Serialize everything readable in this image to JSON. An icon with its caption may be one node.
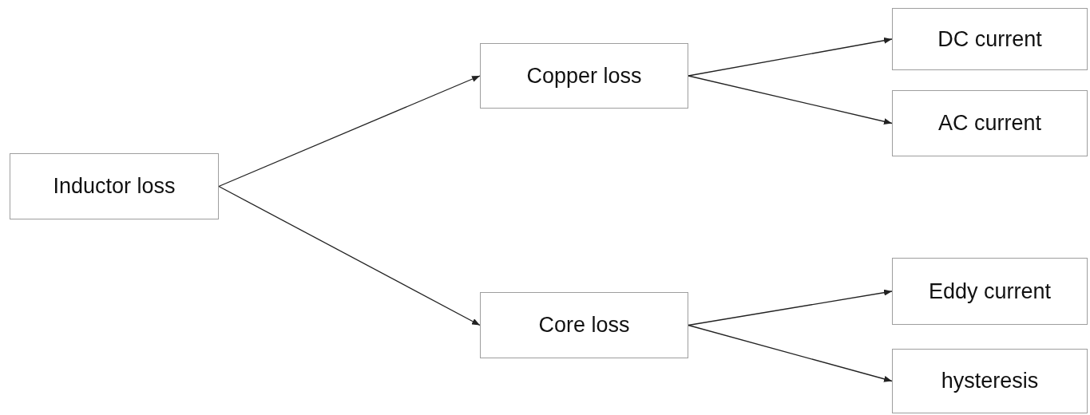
{
  "diagram": {
    "nodes": [
      {
        "text": [
          "Inductor loss"
        ]
      },
      {
        "text": [
          "Copper loss"
        ]
      },
      {
        "text": [
          "Core loss"
        ]
      },
      {
        "text": [
          "DC current"
        ]
      },
      {
        "text": [
          "AC current"
        ]
      },
      {
        "text": [
          "Eddy current"
        ]
      },
      {
        "text": [
          "hysteresis"
        ]
      }
    ],
    "edges": [
      {
        "from": 0,
        "to": 1,
        "arrow": "to"
      },
      {
        "from": 0,
        "to": 2,
        "arrow": "to"
      },
      {
        "from": 1,
        "to": 3,
        "arrow": "to"
      },
      {
        "from": 1,
        "to": 4,
        "arrow": "to"
      },
      {
        "from": 2,
        "to": 5,
        "arrow": "to"
      },
      {
        "from": 2,
        "to": 6,
        "arrow": "to"
      }
    ]
  }
}
